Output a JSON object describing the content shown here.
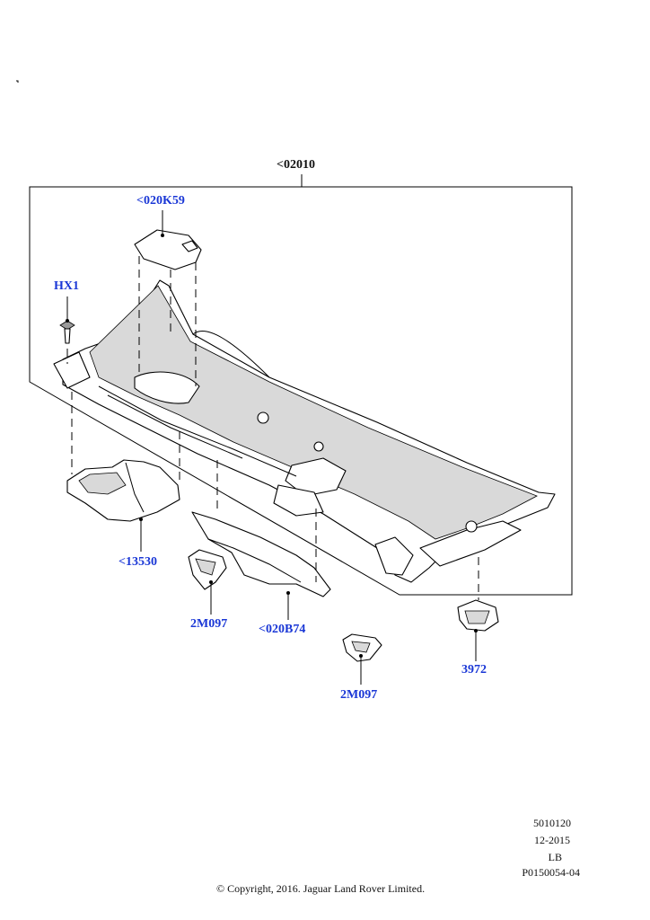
{
  "callouts": {
    "assembly": "<02010",
    "cover": "<020K59",
    "fastener": "HX1",
    "tray": "<13530",
    "grommet_left": "2M097",
    "bracket": "<020B74",
    "grommet_right": "2M097",
    "seal": "3972"
  },
  "info": {
    "code": "5010120",
    "date": "12-2015",
    "region": "LB",
    "ref": "P0150054-04"
  },
  "copyright": "© Copyright, 2016. Jaguar Land Rover Limited."
}
